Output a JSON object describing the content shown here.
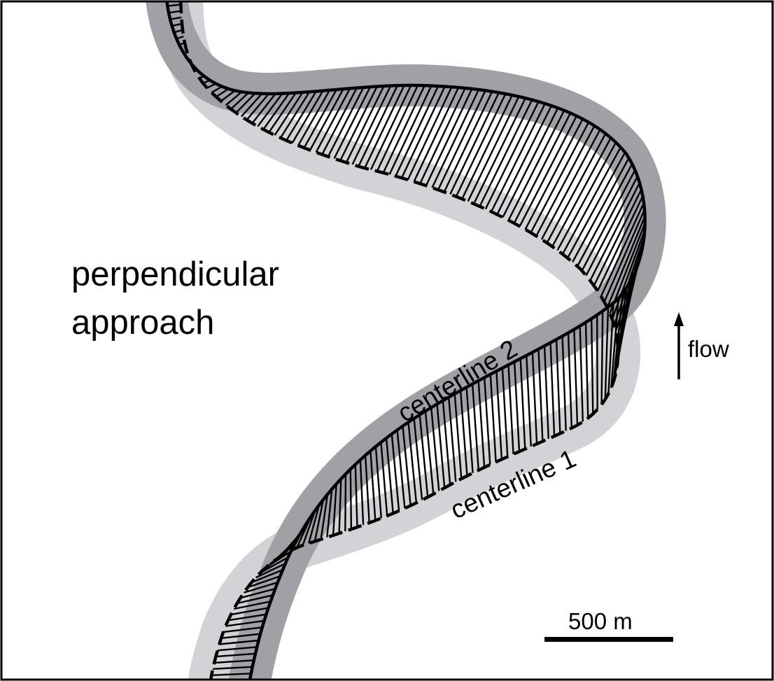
{
  "labels": {
    "title_line1": "perpendicular",
    "title_line2": "approach",
    "centerline_2": "centerline 2",
    "centerline_1": "centerline 1",
    "flow": "flow",
    "scale": "500 m"
  },
  "colors": {
    "channel_1_band": "#d2d3d5",
    "channel_2_band": "#a0a1a4",
    "line": "#000000",
    "background": "#ffffff"
  }
}
